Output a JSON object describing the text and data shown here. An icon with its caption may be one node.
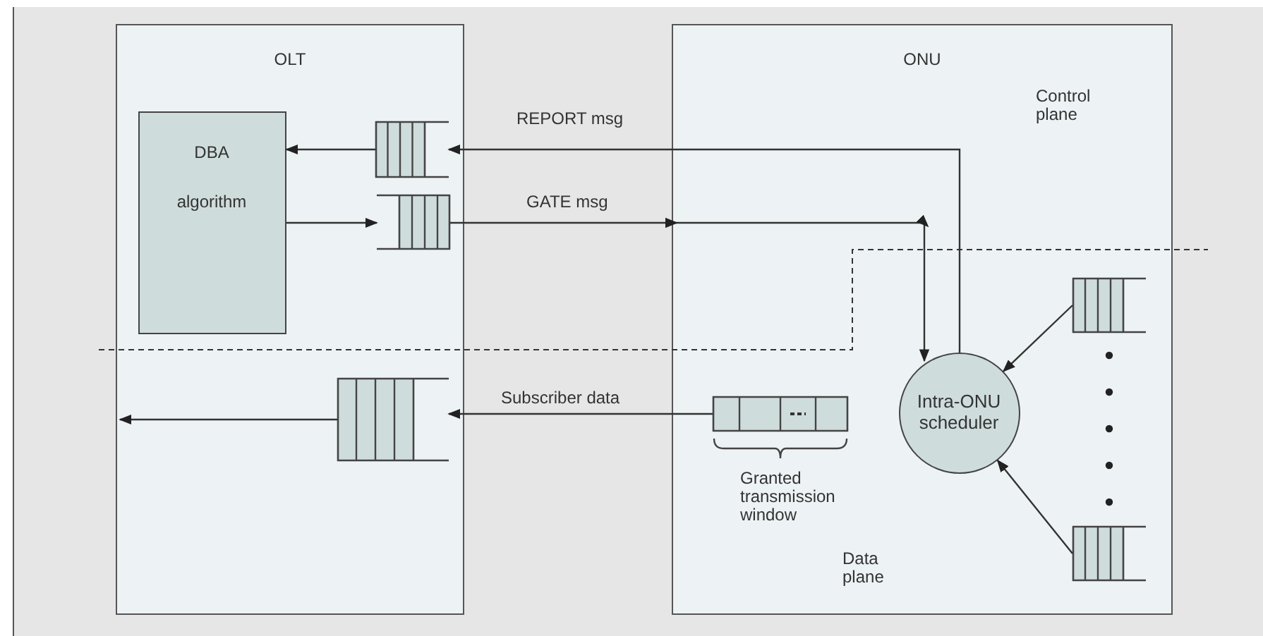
{
  "diagram": {
    "nodes": [
      {
        "text": [
          "OLT"
        ]
      },
      {
        "text": [
          "DBA",
          "algorithm"
        ],
        "in": 0
      },
      {
        "text": [],
        "shape": "queue",
        "in": 0
      },
      {
        "text": [],
        "shape": "queue",
        "in": 0
      },
      {
        "text": [],
        "shape": "queue",
        "in": 0
      },
      {
        "text": [
          "ONU"
        ]
      },
      {
        "text": [],
        "shape": "queue",
        "in": 5,
        "beside": [
          "Granted transmission window"
        ]
      },
      {
        "text": [
          "Intra-ONU scheduler"
        ],
        "in": 5
      },
      {
        "text": [],
        "shape": "queue",
        "in": 5
      },
      {
        "text": [],
        "shape": "queue",
        "in": 5
      }
    ],
    "edges": [
      {
        "from": 2,
        "to": 1,
        "arrow": "to"
      },
      {
        "from": 1,
        "to": 3,
        "arrow": "to"
      },
      {
        "from": 7,
        "to": 2,
        "arrow": "to",
        "label": "REPORT msg"
      },
      {
        "from": 3,
        "to": 7,
        "arrow": "to",
        "label": "GATE msg"
      },
      {
        "from": 6,
        "to": 4,
        "arrow": "to",
        "label": "Subscriber data"
      },
      {
        "from": 4,
        "to": null,
        "arrow": "to"
      },
      {
        "from": 8,
        "to": 7,
        "arrow": "to"
      },
      {
        "from": 9,
        "to": 7,
        "arrow": "to"
      }
    ],
    "labels": [
      "Control plane",
      "Data plane"
    ]
  }
}
